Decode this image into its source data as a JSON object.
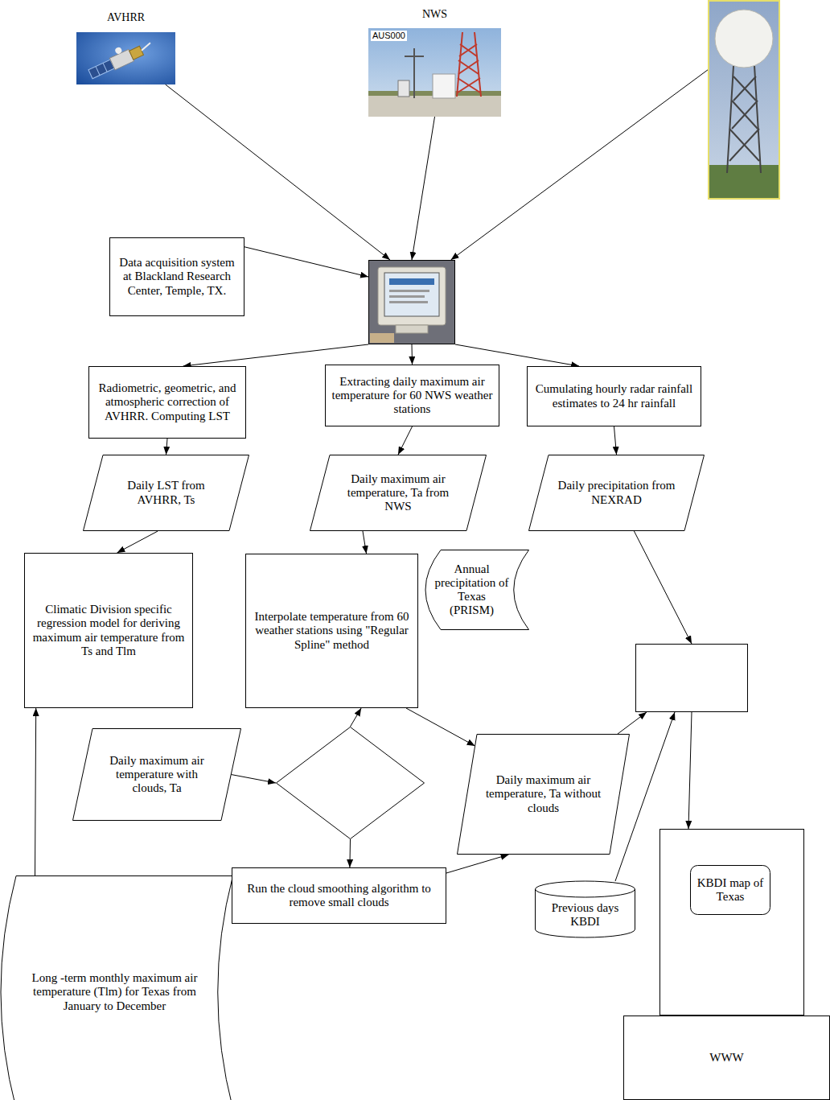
{
  "diagram": {
    "nodes": [
      {
        "text": [
          "AVHRR"
        ]
      },
      {
        "text": [
          "NWS",
          "AUS000"
        ]
      },
      {
        "text": []
      },
      {
        "text": [
          "Data acquisition system at Blackland Research Center, Temple, TX."
        ]
      },
      {
        "text": []
      },
      {
        "text": [
          "Radiometric, geometric, and atmospheric correction of AVHRR. Computing LST"
        ]
      },
      {
        "text": [
          "Extracting daily maximum air temperature for 60 NWS weather stations"
        ]
      },
      {
        "text": [
          "Cumulating hourly radar rainfall estimates to 24 hr rainfall"
        ]
      },
      {
        "text": [
          "Daily LST from AVHRR, Ts"
        ]
      },
      {
        "text": [
          "Daily maximum air temperature, Ta from NWS"
        ]
      },
      {
        "text": [
          "Daily precipitation from NEXRAD"
        ]
      },
      {
        "text": [
          "Climatic Division specific regression model for deriving maximum air temperature from Ts and Tlm"
        ]
      },
      {
        "text": [
          "Interpolate temperature from 60 weather stations using \"Regular Spline\" method"
        ]
      },
      {
        "text": [
          "Annual precipitation of Texas (PRISM)"
        ]
      },
      {
        "text": []
      },
      {
        "text": [
          "Daily maximum air temperature with clouds, Ta"
        ]
      },
      {
        "text": []
      },
      {
        "text": [
          "Daily maximum air temperature, Ta without clouds"
        ]
      },
      {
        "text": [
          "Long -term monthly maximum air temperature (Tlm) for Texas from January to December"
        ]
      },
      {
        "text": [
          "Run the cloud smoothing algorithm to remove small clouds"
        ]
      },
      {
        "text": [
          "Previous days KBDI"
        ]
      },
      {
        "text": []
      },
      {
        "text": [
          "KBDI map of Texas"
        ],
        "in": 21
      },
      {
        "text": [
          "WWW"
        ]
      }
    ],
    "edges": [
      {
        "from": 0,
        "to": 4,
        "arrow": "to"
      },
      {
        "from": 1,
        "to": 4,
        "arrow": "to"
      },
      {
        "from": 2,
        "to": 4,
        "arrow": "to"
      },
      {
        "from": 3,
        "to": 4,
        "arrow": "to"
      },
      {
        "from": 4,
        "to": 5,
        "arrow": "to"
      },
      {
        "from": 4,
        "to": 6,
        "arrow": "to"
      },
      {
        "from": 4,
        "to": 7,
        "arrow": "to"
      },
      {
        "from": 5,
        "to": 8,
        "arrow": "to"
      },
      {
        "from": 6,
        "to": 9,
        "arrow": "to"
      },
      {
        "from": 7,
        "to": 10,
        "arrow": "to"
      },
      {
        "from": 8,
        "to": 11,
        "arrow": "to"
      },
      {
        "from": 9,
        "to": 12,
        "arrow": "to"
      },
      {
        "from": 10,
        "to": 14,
        "arrow": "to"
      },
      {
        "from": 18,
        "to": 11,
        "arrow": "to"
      },
      {
        "from": 15,
        "to": 16,
        "arrow": "to"
      },
      {
        "from": 16,
        "to": 12,
        "arrow": "to"
      },
      {
        "from": 16,
        "to": 19,
        "arrow": "to"
      },
      {
        "from": 12,
        "to": 17,
        "arrow": "to"
      },
      {
        "from": 19,
        "to": 17,
        "arrow": "to"
      },
      {
        "from": 17,
        "to": 14,
        "arrow": "to"
      },
      {
        "from": 20,
        "to": 14,
        "arrow": "to"
      },
      {
        "from": 14,
        "to": 21,
        "arrow": "to"
      }
    ]
  }
}
